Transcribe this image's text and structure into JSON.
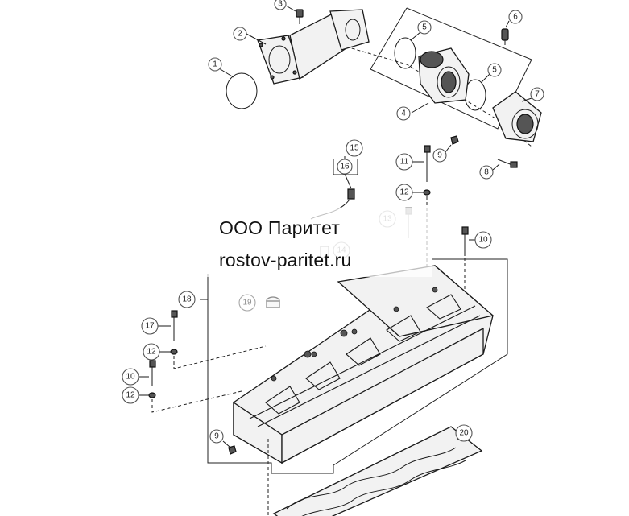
{
  "watermark": {
    "company": "ООО Паритет",
    "site": "rostov-paritet.ru"
  },
  "callouts": {
    "c1": "1",
    "c2": "2",
    "c3": "3",
    "c4": "4",
    "c5a": "5",
    "c5b": "5",
    "c6": "6",
    "c7": "7",
    "c8": "8",
    "c9a": "9",
    "c9b": "9",
    "c10a": "10",
    "c10b": "10",
    "c11": "11",
    "c12a": "12",
    "c12b": "12",
    "c12c": "12",
    "c13": "13",
    "c14": "14",
    "c15": "15",
    "c16": "16",
    "c17": "17",
    "c18": "18",
    "c19": "19",
    "c20": "20"
  }
}
